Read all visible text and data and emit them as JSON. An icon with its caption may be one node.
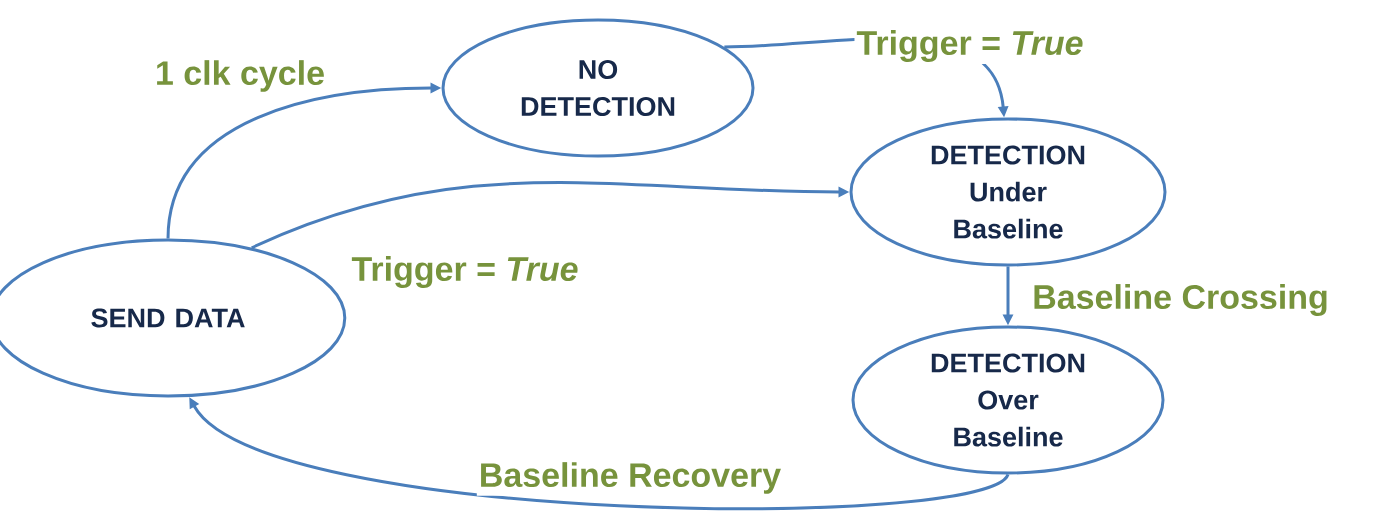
{
  "diagram": {
    "nodes": [
      {
        "text": [
          "SEND DATA"
        ]
      },
      {
        "text": [
          "NO DETECTION"
        ]
      },
      {
        "text": [
          "DETECTION Under Baseline"
        ]
      },
      {
        "text": [
          "DETECTION Over Baseline"
        ]
      }
    ],
    "edges": [
      {
        "from": 0,
        "to": 1,
        "arrow": "to",
        "label": "1 clk cycle"
      },
      {
        "from": 1,
        "to": 2,
        "arrow": "to",
        "label": "Trigger = *True*"
      },
      {
        "from": 0,
        "to": 2,
        "arrow": "to",
        "label": "Trigger = *True*"
      },
      {
        "from": 2,
        "to": 3,
        "arrow": "to",
        "label": "Baseline Crossing"
      },
      {
        "from": 3,
        "to": 0,
        "arrow": "to",
        "label": "Baseline Recovery"
      }
    ]
  }
}
